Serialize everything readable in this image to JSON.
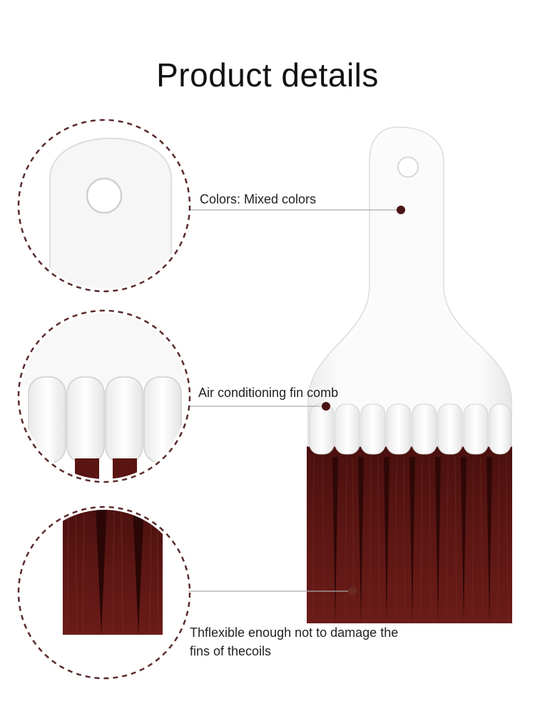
{
  "title": "Product details",
  "callouts": [
    {
      "id": "handle",
      "text": "Colors: Mixed colors"
    },
    {
      "id": "comb",
      "text": "Air conditioning fin comb"
    },
    {
      "id": "bristles",
      "text": "Thflexible enough not to damage the fins of thecoils"
    }
  ],
  "colors": {
    "bristle": "#5a1512",
    "bristle_dark": "#3e0c0a",
    "handle": "#f7f7f7",
    "marker_dot": "#4a1414",
    "dashed_circle": "#5a2a2a"
  }
}
